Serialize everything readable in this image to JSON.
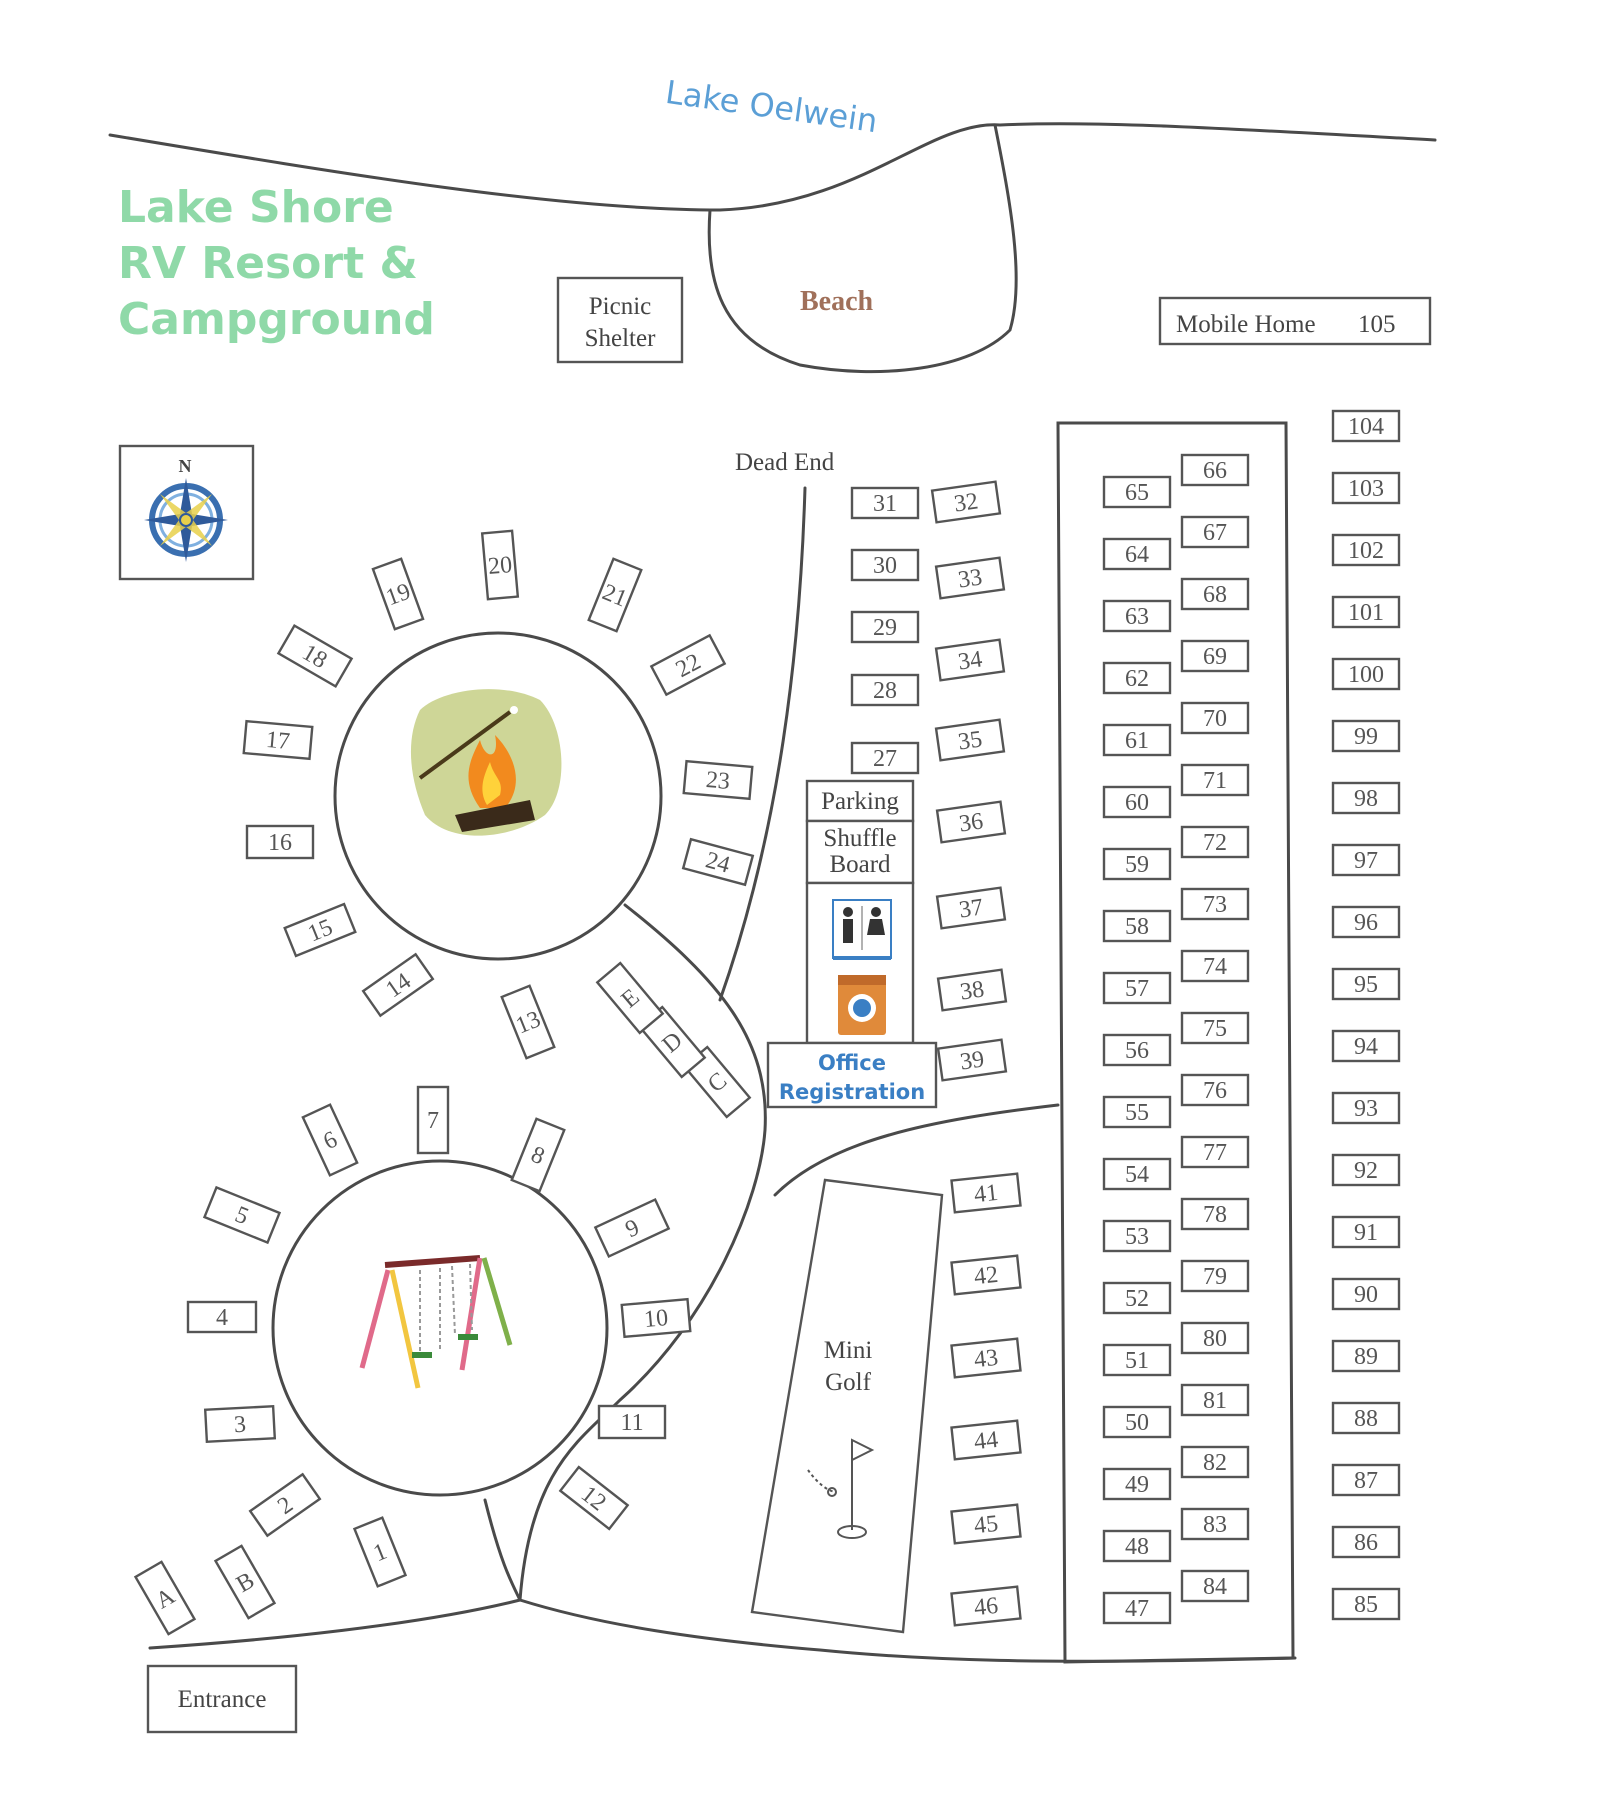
{
  "title": {
    "lines": [
      "Lake Shore",
      "RV Resort &",
      "Campground"
    ],
    "color": "#8fd9a8"
  },
  "lake": {
    "label": "Lake Oelwein",
    "color": "#5b9fd6"
  },
  "beach": {
    "label": "Beach",
    "color": "#a0705a"
  },
  "picnic": {
    "line1": "Picnic",
    "line2": "Shelter"
  },
  "mobile_home": {
    "label": "Mobile Home",
    "number": "105"
  },
  "dead_end": "Dead End",
  "compass": {
    "north": "N"
  },
  "amenities": {
    "parking": "Parking",
    "shuffle_line1": "Shuffle",
    "shuffle_line2": "Board",
    "office": "Office",
    "registration": "Registration",
    "office_color": "#3a7fc4"
  },
  "mini_golf": {
    "line1": "Mini",
    "line2": "Golf"
  },
  "entrance": "Entrance",
  "sites": {
    "loop_south": [
      "1",
      "2",
      "3",
      "4",
      "5",
      "6",
      "7",
      "8",
      "9",
      "10",
      "11",
      "12"
    ],
    "loop_north": [
      "13",
      "14",
      "15",
      "16",
      "17",
      "18",
      "19",
      "20",
      "21",
      "22",
      "23",
      "24"
    ],
    "lettered": [
      "A",
      "B",
      "C",
      "D",
      "E"
    ],
    "col_27_31": [
      "27",
      "28",
      "29",
      "30",
      "31"
    ],
    "col_32_39": [
      "32",
      "33",
      "34",
      "35",
      "36",
      "37",
      "38",
      "39"
    ],
    "col_41_46": [
      "41",
      "42",
      "43",
      "44",
      "45",
      "46"
    ],
    "col_47_65": [
      "47",
      "48",
      "49",
      "50",
      "51",
      "52",
      "53",
      "54",
      "55",
      "56",
      "57",
      "58",
      "59",
      "60",
      "61",
      "62",
      "63",
      "64",
      "65"
    ],
    "col_66_84": [
      "66",
      "67",
      "68",
      "69",
      "70",
      "71",
      "72",
      "73",
      "74",
      "75",
      "76",
      "77",
      "78",
      "79",
      "80",
      "81",
      "82",
      "83",
      "84"
    ],
    "col_85_104": [
      "85",
      "86",
      "87",
      "88",
      "89",
      "90",
      "91",
      "92",
      "93",
      "94",
      "95",
      "96",
      "97",
      "98",
      "99",
      "100",
      "101",
      "102",
      "103",
      "104"
    ]
  }
}
